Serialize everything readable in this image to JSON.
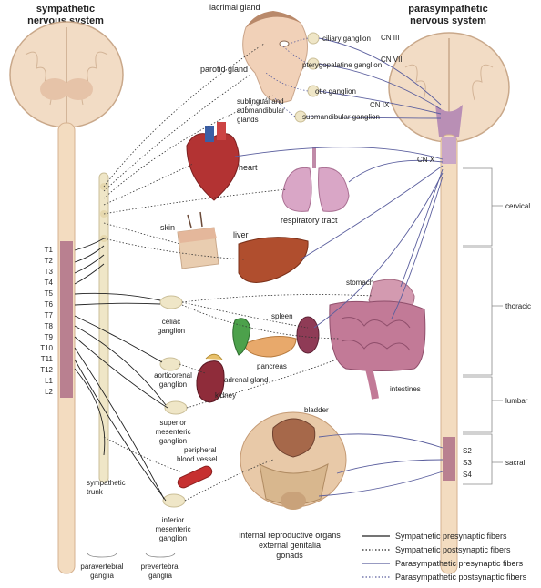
{
  "titles": {
    "sympathetic": [
      "sympathetic",
      "nervous system"
    ],
    "parasympathetic": [
      "parasympathetic",
      "nervous system"
    ]
  },
  "head_labels": {
    "lacrimal": "lacrimal gland",
    "parotid": "parotid gland",
    "sublingual": [
      "sublingual and",
      "submandibular",
      "glands"
    ],
    "ciliary": "ciliary ganglion",
    "pterygo": "pterygopalatine ganglion",
    "otic": "otic ganglion",
    "submandibular": "submandibular ganglion"
  },
  "cranial_nerves": {
    "cn3": "CN III",
    "cn7": "CN VII",
    "cn9": "CN IX",
    "cn10": "CN X"
  },
  "organs": {
    "heart": "heart",
    "respiratory": "respiratory tract",
    "skin": "skin",
    "liver": "liver",
    "stomach": "stomach",
    "spleen": "spleen",
    "pancreas": "pancreas",
    "adrenal": "adrenal gland",
    "kidney": "kidney",
    "intestines": "intestines",
    "bladder": "bladder",
    "vessel": [
      "peripheral",
      "blood vessel"
    ],
    "reproductive": [
      "internal reproductive organs",
      "external genitalia",
      "gonads"
    ]
  },
  "ganglia": {
    "celiac": [
      "celiac",
      "ganglion"
    ],
    "aorticorenal": [
      "aorticorenal",
      "ganglion"
    ],
    "superior_mes": [
      "superior",
      "mesenteric",
      "ganglion"
    ],
    "inferior_mes": [
      "inferior",
      "mesenteric",
      "ganglion"
    ],
    "trunk": [
      "sympathetic",
      "trunk"
    ]
  },
  "segments_left": [
    "T1",
    "T2",
    "T3",
    "T4",
    "T5",
    "T6",
    "T7",
    "T8",
    "T9",
    "T10",
    "T11",
    "T12",
    "L1",
    "L2"
  ],
  "segments_right": [
    "S2",
    "S3",
    "S4"
  ],
  "regions": [
    "cervical",
    "thoracic",
    "lumbar",
    "sacral"
  ],
  "bottom_labels": {
    "paravertebral": [
      "paravertebral",
      "ganglia"
    ],
    "prevertebral": [
      "prevertebral",
      "ganglia"
    ]
  },
  "legend": [
    {
      "label": "Sympathetic presynaptic fibers",
      "style": "solid",
      "color": "#222222"
    },
    {
      "label": "Sympathetic postsynaptic fibers",
      "style": "dotted",
      "color": "#222222"
    },
    {
      "label": "Parasympathetic presynaptic fibers",
      "style": "solid",
      "color": "#5b5f9e"
    },
    {
      "label": "Parasympathetic postsynaptic fibers",
      "style": "dotted",
      "color": "#5b5f9e"
    }
  ],
  "colors": {
    "cord": "#f3dcc0",
    "cord_segment": "#b98090",
    "brain": "#f2dcc5",
    "heart": "#b33333",
    "liver": "#b04e2e",
    "lungs": "#d9a6c6",
    "intestines": "#c27a97",
    "kidney": "#8f2c3a",
    "ganglion": "#efe6c7",
    "para_fiber": "#5b5f9e"
  }
}
